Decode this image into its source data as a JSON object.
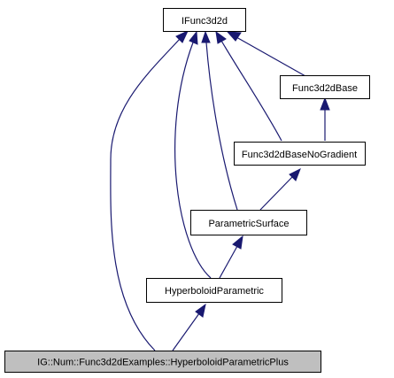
{
  "diagram": {
    "type": "class-inheritance-graph",
    "nodes": [
      {
        "id": "ifunc3d2d",
        "label": "IFunc3d2d",
        "highlighted": false
      },
      {
        "id": "func3d2dbase",
        "label": "Func3d2dBase",
        "highlighted": false
      },
      {
        "id": "func3d2dbasenogradient",
        "label": "Func3d2dBaseNoGradient",
        "highlighted": false
      },
      {
        "id": "parametricsurface",
        "label": "ParametricSurface",
        "highlighted": false
      },
      {
        "id": "hyperboloidparametric",
        "label": "HyperboloidParametric",
        "highlighted": false
      },
      {
        "id": "hyperboloidparametricplus",
        "label": "IG::Num::Func3d2dExamples::HyperboloidParametricPlus",
        "highlighted": true
      }
    ],
    "edges": [
      {
        "from": "func3d2dbase",
        "to": "ifunc3d2d"
      },
      {
        "from": "func3d2dbasenogradient",
        "to": "ifunc3d2d"
      },
      {
        "from": "func3d2dbasenogradient",
        "to": "func3d2dbase"
      },
      {
        "from": "parametricsurface",
        "to": "ifunc3d2d"
      },
      {
        "from": "parametricsurface",
        "to": "func3d2dbasenogradient"
      },
      {
        "from": "hyperboloidparametric",
        "to": "ifunc3d2d"
      },
      {
        "from": "hyperboloidparametric",
        "to": "parametricsurface"
      },
      {
        "from": "hyperboloidparametricplus",
        "to": "ifunc3d2d"
      },
      {
        "from": "hyperboloidparametricplus",
        "to": "hyperboloidparametric"
      }
    ],
    "colors": {
      "edge": "#191970",
      "node_border": "#000000",
      "node_fill": "#ffffff",
      "highlight_fill": "#bfbfbf"
    }
  }
}
